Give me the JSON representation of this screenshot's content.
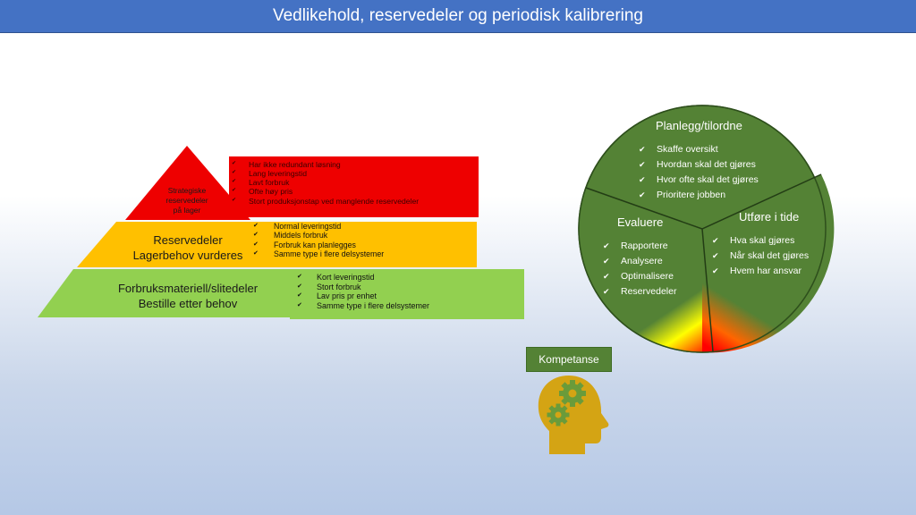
{
  "title": "Vedlikehold, reservedeler og periodisk kalibrering",
  "pyramid": {
    "top_label": [
      "Strategiske",
      "reservedeler",
      "på lager"
    ],
    "middle_label": [
      "Reservedeler",
      "Lagerbehov vurderes"
    ],
    "bottom_label": [
      "Forbruksmateriell/slitedeler",
      "Bestille etter behov"
    ],
    "red_items": [
      "Har ikke redundant løsning",
      "Lang leveringstid",
      "Lavt forbruk",
      "Ofte høy pris",
      "Stort produksjonstap ved manglende reservedeler"
    ],
    "yellow_items": [
      "Normal leveringstid",
      "Middels forbruk",
      "Forbruk kan planlegges",
      "Samme type  i flere delsystemer"
    ],
    "green_items": [
      "Kort leveringstid",
      "Stort forbruk",
      "Lav pris pr enhet",
      "Samme type  i flere delsystemer"
    ],
    "colors": {
      "red": "#ee0000",
      "yellow": "#ffc000",
      "green": "#92d050"
    }
  },
  "wheel": {
    "plan_title": "Planlegg/tilordne",
    "plan_items": [
      "Skaffe oversikt",
      "Hvordan skal det gjøres",
      "Hvor ofte skal det gjøres",
      "Prioritere jobben"
    ],
    "eval_title": "Evaluere",
    "eval_items": [
      "Rapportere",
      "Analysere",
      "Optimalisere",
      "Reservedeler"
    ],
    "exec_title": "Utføre i tide",
    "exec_items": [
      "Hva skal gjøres",
      "Når skal det gjøres",
      "Hvem har ansvar"
    ],
    "color": "#548235"
  },
  "kompetanse": {
    "label": "Kompetanse",
    "icon": "head-gears-icon"
  }
}
